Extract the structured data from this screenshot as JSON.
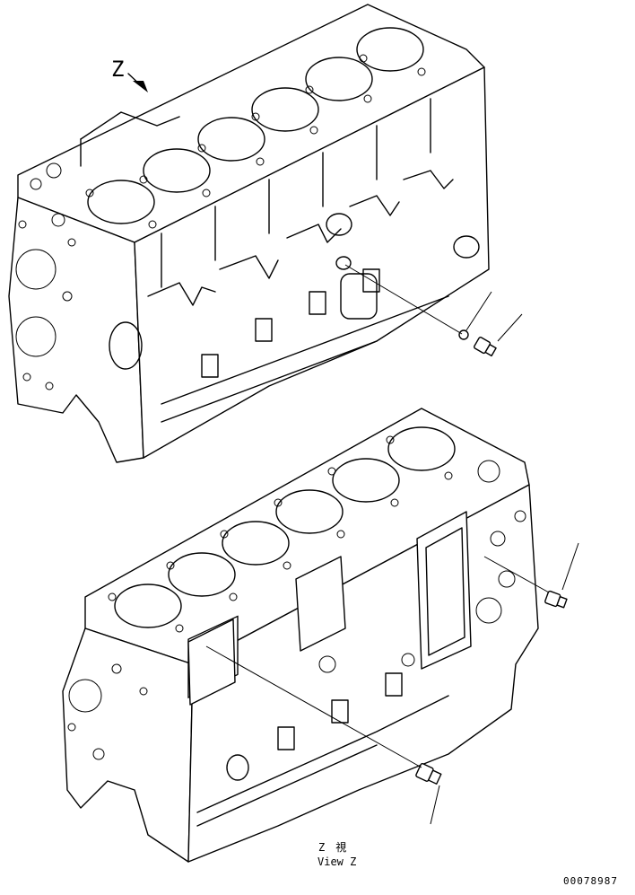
{
  "view_marker": "Z",
  "caption": {
    "japanese": "Z　視",
    "english": "View Z"
  },
  "part_number": "00078987"
}
